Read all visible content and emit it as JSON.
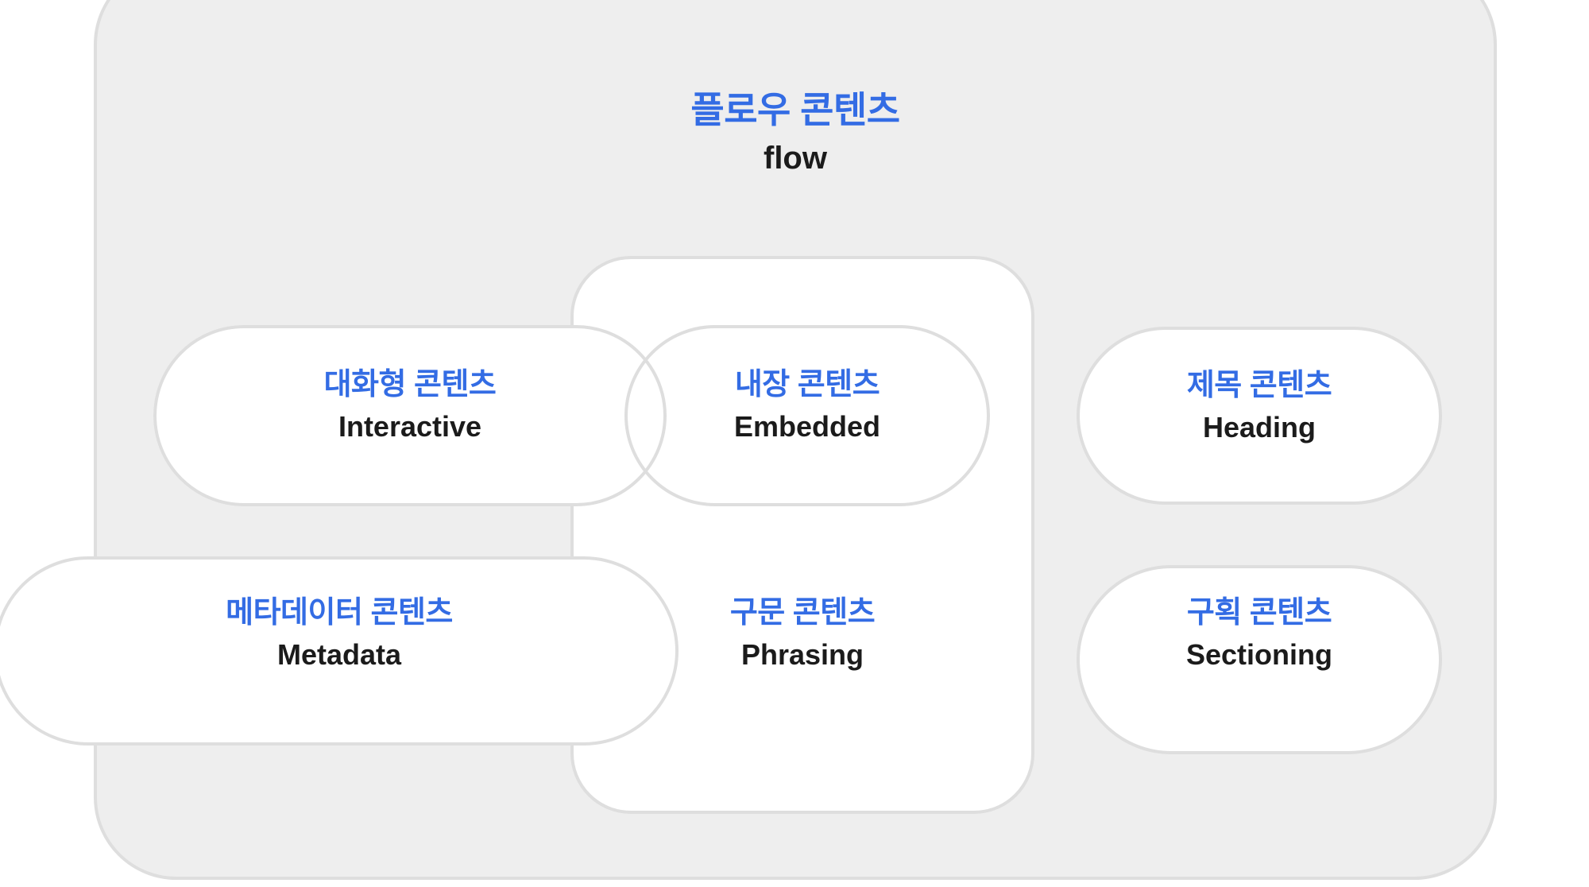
{
  "diagram": {
    "title_ko": "플로우 콘텐츠",
    "title_en": "flow",
    "colors": {
      "accent_blue": "#336ce4",
      "text_dark": "#1b1b1b",
      "container_fill": "#eeeeee",
      "pill_fill": "#ffffff",
      "stroke": "#dedede",
      "page_background": "#ffffff"
    },
    "categories": [
      {
        "id": "interactive",
        "ko": "대화형 콘텐츠",
        "en": "Interactive"
      },
      {
        "id": "embedded",
        "ko": "내장 콘텐츠",
        "en": "Embedded"
      },
      {
        "id": "heading",
        "ko": "제목 콘텐츠",
        "en": "Heading"
      },
      {
        "id": "metadata",
        "ko": "메타데이터 콘텐츠",
        "en": "Metadata"
      },
      {
        "id": "phrasing",
        "ko": "구문 콘텐츠",
        "en": "Phrasing"
      },
      {
        "id": "sectioning",
        "ko": "구획 콘텐츠",
        "en": "Sectioning"
      }
    ]
  }
}
